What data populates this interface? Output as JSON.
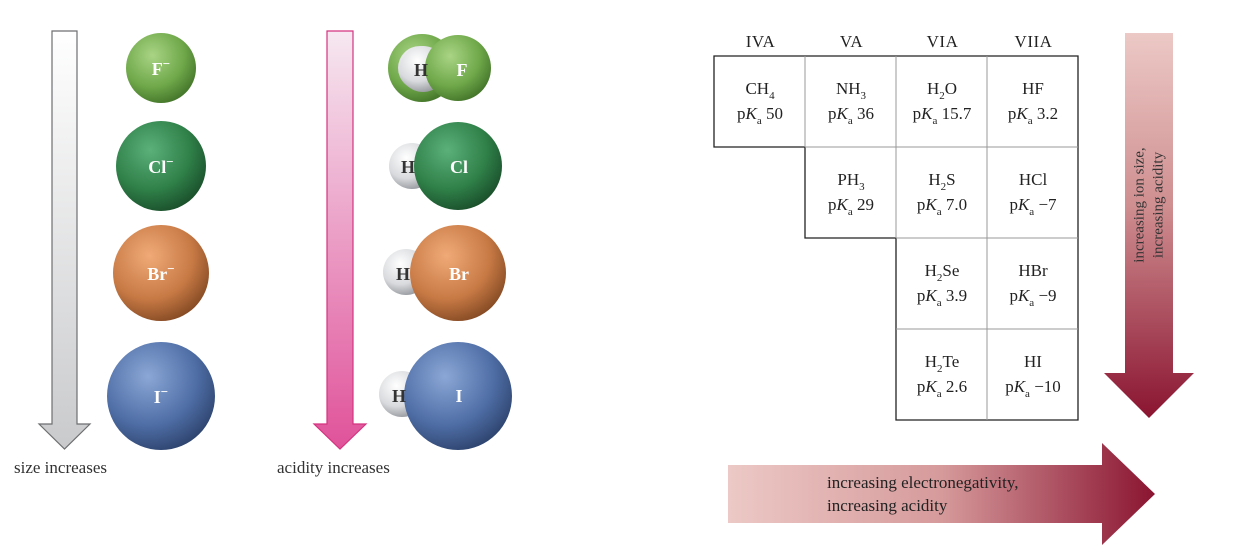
{
  "left_figure": {
    "size_caption": "size increases",
    "acidity_caption": "acidity increases",
    "ions": [
      {
        "label": "F",
        "charge": "−",
        "color": "#6fa84a"
      },
      {
        "label": "Cl",
        "charge": "−",
        "color": "#2f7f48"
      },
      {
        "label": "Br",
        "charge": "−",
        "color": "#c87a45"
      },
      {
        "label": "I",
        "charge": "−",
        "color": "#4f6ea6"
      }
    ],
    "molecules": [
      {
        "h": "H",
        "x": "F"
      },
      {
        "h": "H",
        "x": "Cl"
      },
      {
        "h": "H",
        "x": "Br"
      },
      {
        "h": "H",
        "x": "I"
      }
    ],
    "hydrogen_color": "#d8dadd"
  },
  "table": {
    "groups": [
      "IVA",
      "VA",
      "VIA",
      "VIIA"
    ],
    "cells": [
      {
        "base": "CH",
        "sub": "4",
        "rest": "",
        "pka_prefix": "p",
        "pka_k": "K",
        "pka_sub": "a",
        "pka_value": " 50"
      },
      {
        "base": "NH",
        "sub": "3",
        "rest": "",
        "pka_prefix": "p",
        "pka_k": "K",
        "pka_sub": "a",
        "pka_value": " 36"
      },
      {
        "base": "H",
        "sub": "2",
        "rest": "O",
        "pka_prefix": "p",
        "pka_k": "K",
        "pka_sub": "a",
        "pka_value": " 15.7"
      },
      {
        "base": "HF",
        "sub": "",
        "rest": "",
        "pka_prefix": "p",
        "pka_k": "K",
        "pka_sub": "a",
        "pka_value": " 3.2"
      },
      {
        "base": "PH",
        "sub": "3",
        "rest": "",
        "pka_prefix": "p",
        "pka_k": "K",
        "pka_sub": "a",
        "pka_value": " 29"
      },
      {
        "base": "H",
        "sub": "2",
        "rest": "S",
        "pka_prefix": "p",
        "pka_k": "K",
        "pka_sub": "a",
        "pka_value": " 7.0"
      },
      {
        "base": "HCl",
        "sub": "",
        "rest": "",
        "pka_prefix": "p",
        "pka_k": "K",
        "pka_sub": "a",
        "pka_value": " −7"
      },
      {
        "base": "H",
        "sub": "2",
        "rest": "Se",
        "pka_prefix": "p",
        "pka_k": "K",
        "pka_sub": "a",
        "pka_value": " 3.9"
      },
      {
        "base": "HBr",
        "sub": "",
        "rest": "",
        "pka_prefix": "p",
        "pka_k": "K",
        "pka_sub": "a",
        "pka_value": " −9"
      },
      {
        "base": "H",
        "sub": "2",
        "rest": "Te",
        "pka_prefix": "p",
        "pka_k": "K",
        "pka_sub": "a",
        "pka_value": " 2.6"
      },
      {
        "base": "HI",
        "sub": "",
        "rest": "",
        "pka_prefix": "p",
        "pka_k": "K",
        "pka_sub": "a",
        "pka_value": " −10"
      }
    ]
  },
  "vertical_arrow": {
    "line1": "increasing ion size,",
    "line2": "increasing acidity"
  },
  "horizontal_arrow": {
    "line1": "increasing electronegativity,",
    "line2": "increasing acidity"
  },
  "colors": {
    "gray_arrow_top": "#ffffff",
    "gray_arrow_bottom": "#c9cacc",
    "pink_arrow_top": "#f6e8f1",
    "pink_arrow_bottom": "#e0529a",
    "red_arrow_light": "#ecc9c6",
    "red_arrow_dark": "#8a1431"
  }
}
